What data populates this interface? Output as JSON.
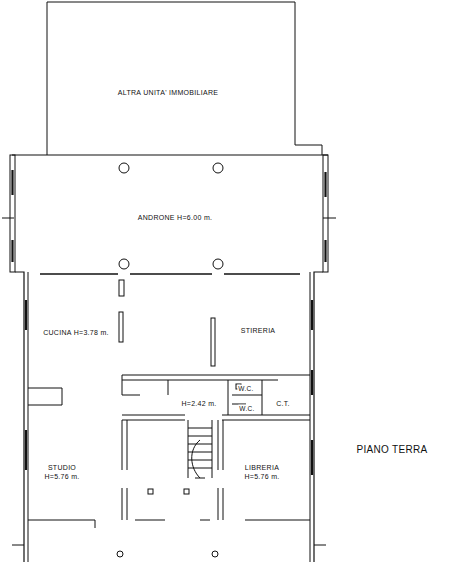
{
  "diagram": {
    "labels": [
      "ALTRA UNITA' IMMOBILIARE",
      "ANDRONE H=6.00 m.",
      "CUCINA H=3.78 m.",
      "STIRERIA",
      "W.C.",
      "W.C.",
      "H=2.42 m.",
      "C.T.",
      "STUDIO H=5.76 m.",
      "LIBRERIA H=5.76 m.",
      "PIANO TERRA"
    ]
  }
}
